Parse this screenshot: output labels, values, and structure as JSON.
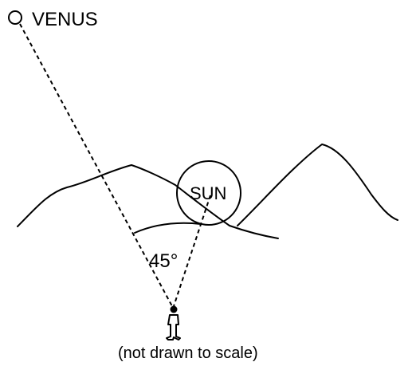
{
  "labels": {
    "venus": "VENUS",
    "sun": "SUN",
    "angle": "45°",
    "note": "(not drawn to scale)"
  },
  "colors": {
    "ink": "#000000",
    "background": "#ffffff"
  }
}
